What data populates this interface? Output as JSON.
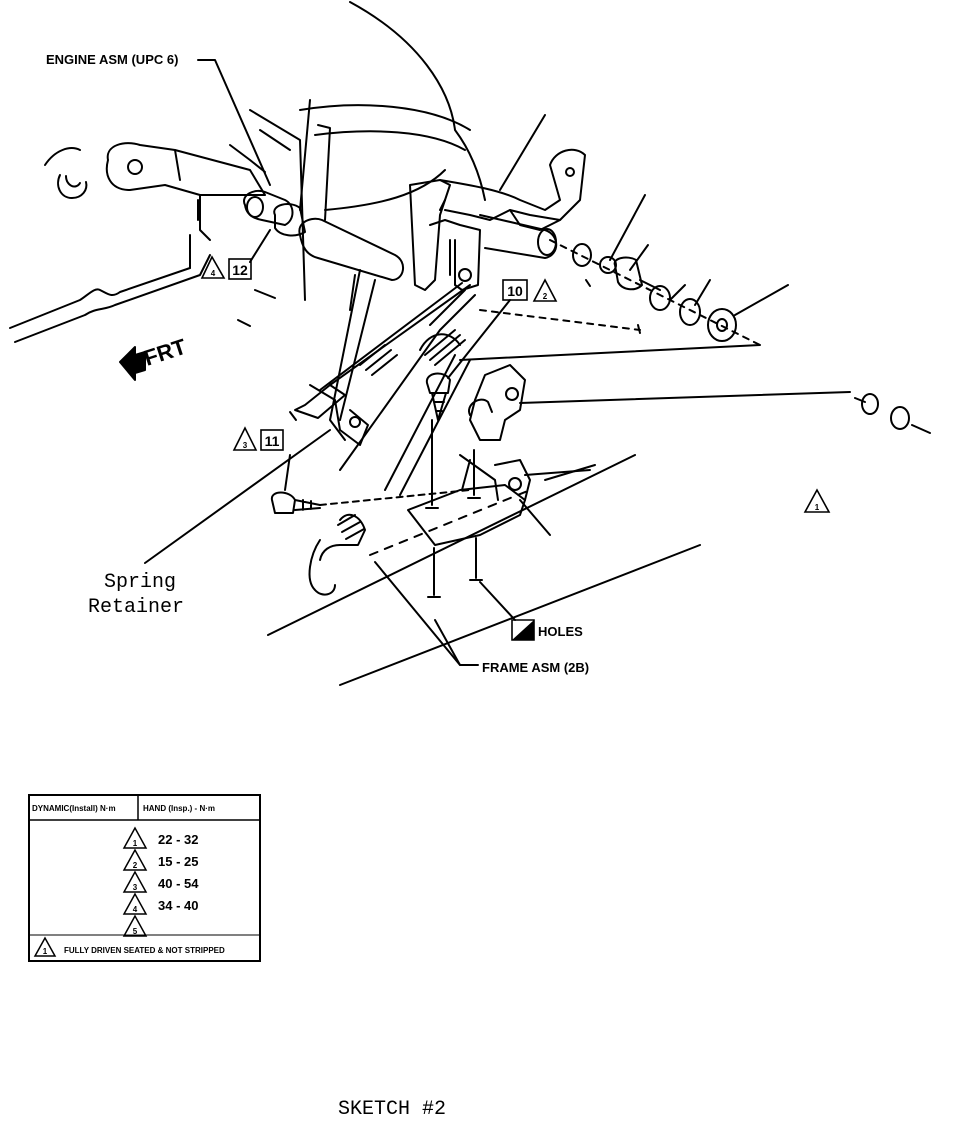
{
  "labels": {
    "engine_asm": "ENGINE ASM (UPC 6)",
    "frt": "FRT",
    "spring_line1": "Spring",
    "spring_line2": "Retainer",
    "holes": "HOLES",
    "frame_asm": "FRAME ASM (2B)",
    "caption": "SKETCH #2"
  },
  "callouts": {
    "c12": "12",
    "c11": "11",
    "c10": "10",
    "tri_4": "4",
    "tri_3": "3",
    "tri_2": "2",
    "tri_1": "1"
  },
  "torque_table": {
    "header_dynamic": "DYNAMIC(Install) N·m",
    "header_hand": "HAND (Insp.) - N·m",
    "rows": [
      {
        "marker": "1",
        "value": "22 - 32"
      },
      {
        "marker": "2",
        "value": "15 - 25"
      },
      {
        "marker": "3",
        "value": "40 - 54"
      },
      {
        "marker": "4",
        "value": "34 - 40"
      },
      {
        "marker": "5",
        "value": ""
      }
    ],
    "note_marker": "1",
    "note": "FULLY DRIVEN SEATED & NOT STRIPPED"
  }
}
